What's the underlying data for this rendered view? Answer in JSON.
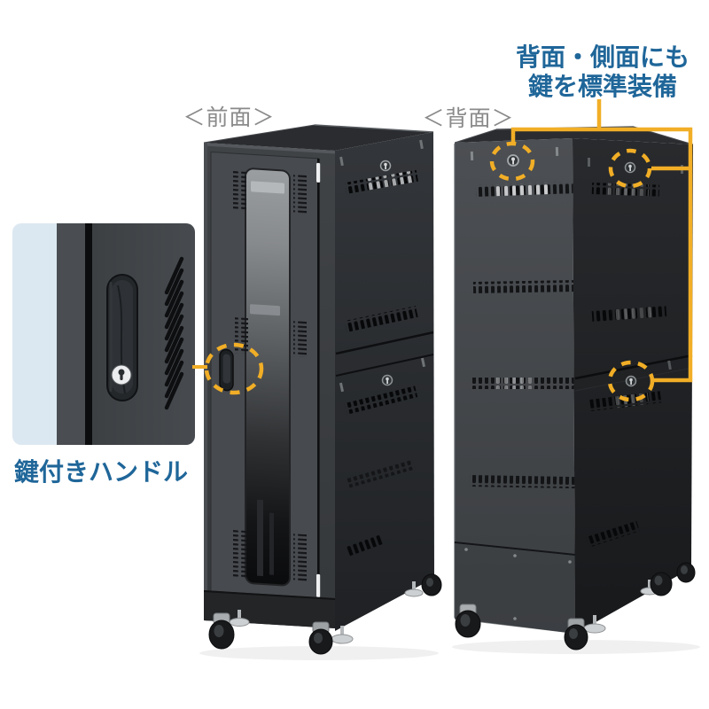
{
  "labels": {
    "front_view": "＜前面＞",
    "rear_view": "＜背面＞"
  },
  "callouts": {
    "rear_side_lock_heading_line1": "背面・側面にも",
    "rear_side_lock_heading_line2": "鍵を標準装備",
    "handle_caption": "鍵付きハンドル"
  },
  "theme": {
    "accent_blue": "#1f6699",
    "accent_yellow": "#F1AE26",
    "label_gray": "#8a8a8a",
    "background": "#ffffff",
    "inset_bg_blue": "#dce8f1",
    "cabinet_front_gray": "#3d4043",
    "cabinet_side_dark": "#232528",
    "rear_panel_gray": "#46494c"
  }
}
